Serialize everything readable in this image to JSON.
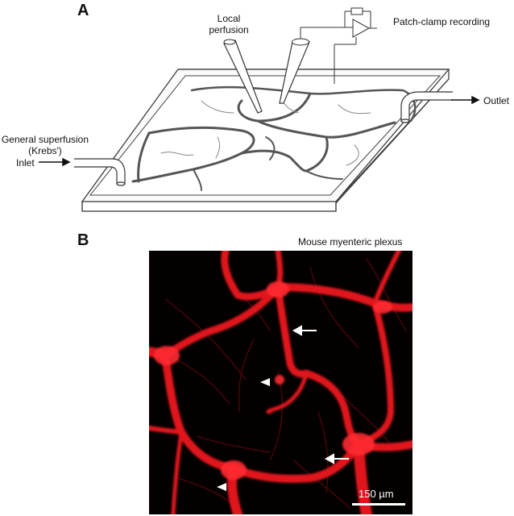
{
  "panel_a": {
    "letter": "A",
    "labels": {
      "local_perfusion_line1": "Local",
      "local_perfusion_line2": "perfusion",
      "patch_clamp": "Patch-clamp recording",
      "general_superfusion_line1": "General superfusion",
      "general_superfusion_line2": "(Krebs')",
      "inlet": "Inlet",
      "outlet": "Outlet"
    }
  },
  "panel_b": {
    "letter": "B",
    "title": "Mouse myenteric plexus",
    "scale_bar": "150 µm",
    "colors": {
      "stain": "#e0141c",
      "background": "#050000"
    }
  }
}
